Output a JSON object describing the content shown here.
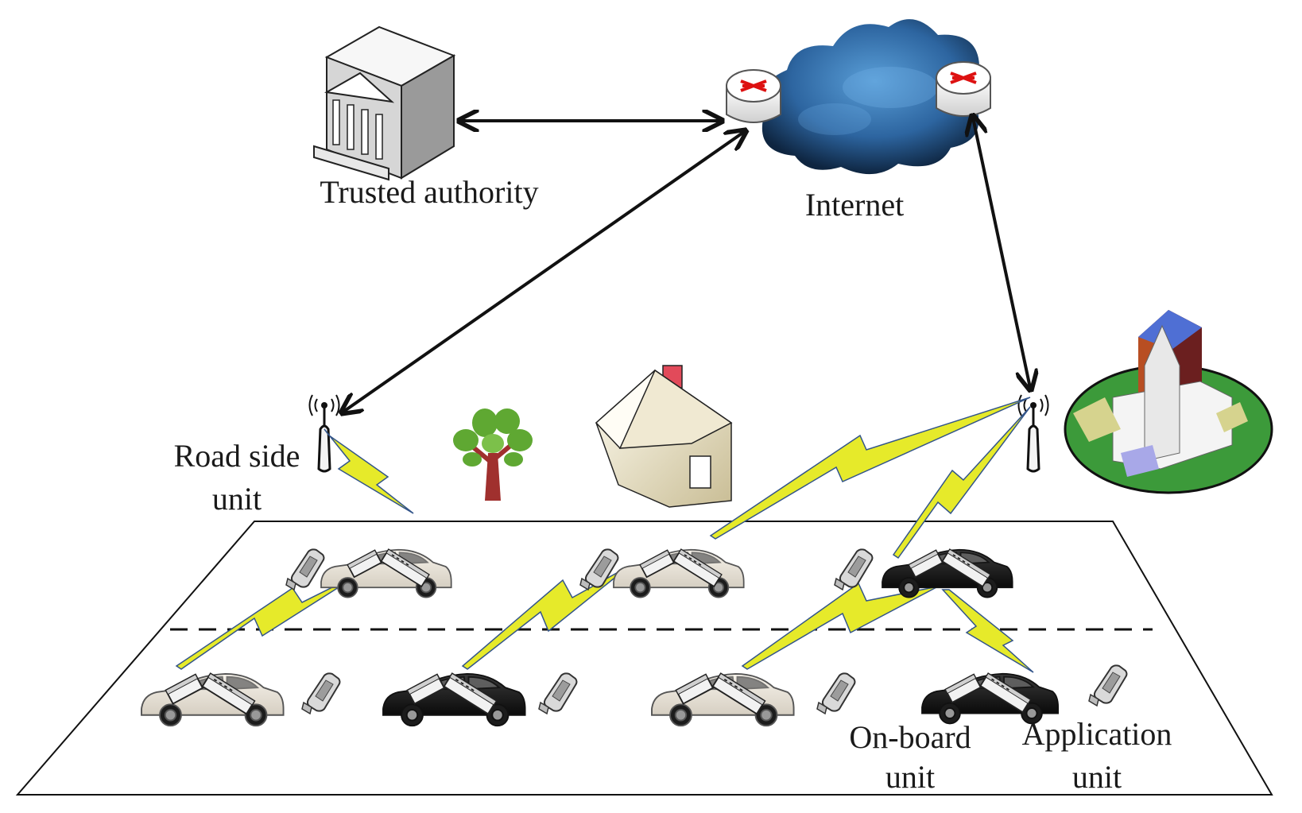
{
  "labels": {
    "trusted_authority": "Trusted authority",
    "internet": "Internet",
    "rsu_line1": "Road side",
    "rsu_line2": "unit",
    "obu_line1": "On-board",
    "obu_line2": "unit",
    "au_line1": "Application",
    "au_line2": "unit"
  },
  "colors": {
    "cloud": "#2f6fa8",
    "wireless_bolt": "#e6ea2a",
    "tree_leaf": "#5fa832",
    "tree_trunk": "#a0302e",
    "church_ground": "#3c9a3a"
  }
}
